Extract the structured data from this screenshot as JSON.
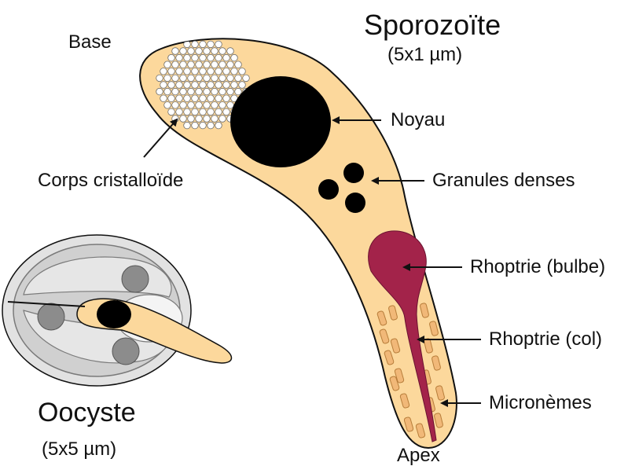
{
  "colors": {
    "cytoplasm": "#fcd89c",
    "outline": "#111111",
    "nucleus": "#000000",
    "rhoptry": "#a3234a",
    "microneme": "#f1b878",
    "oocyst_wall": "#e2e2e2",
    "oocyst_inner": "#cfcfcf",
    "residual_body": "#8c8c8c",
    "crystal": "#ffffff"
  },
  "sporozoite": {
    "title": "Sporozoïte",
    "size": "(5x1 µm)"
  },
  "labels": {
    "base": "Base",
    "apex": "Apex",
    "crystalloid": "Corps cristalloïde",
    "nucleus": "Noyau",
    "dense_granules": "Granules denses",
    "rhoptry_bulb": "Rhoptrie (bulbe)",
    "rhoptry_neck": "Rhoptrie (col)",
    "micronemes": "Micronèmes"
  },
  "oocyst": {
    "title": "Oocyste",
    "size": "(5x5 µm)"
  }
}
